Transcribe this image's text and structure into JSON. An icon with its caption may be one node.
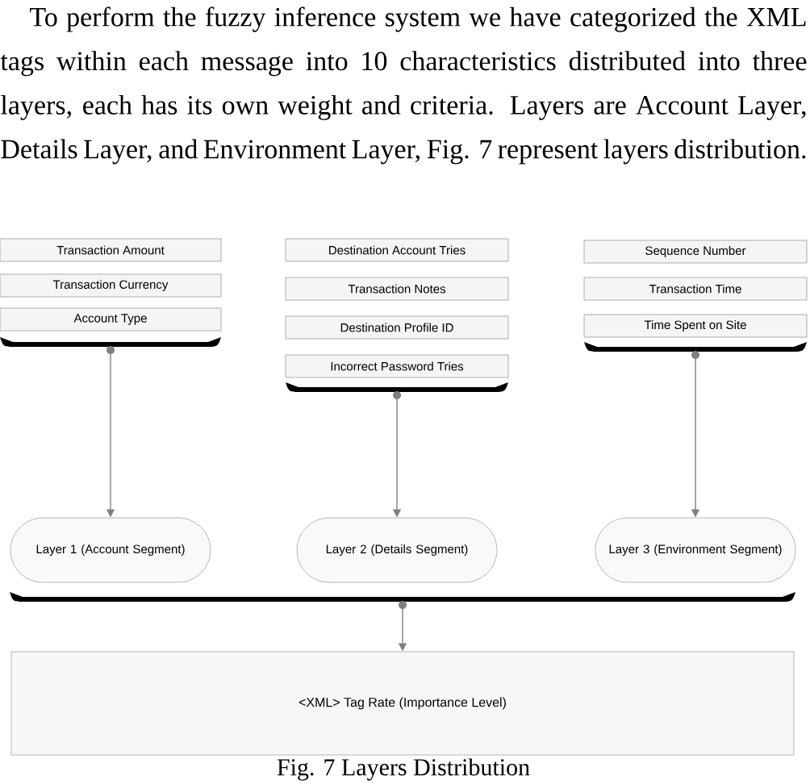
{
  "diagram": {
    "caption": "Fig. 7 Layers Distribution",
    "nodes": [
      {
        "text": [
          "Transaction Amount"
        ]
      },
      {
        "text": [
          "Transaction Currency"
        ]
      },
      {
        "text": [
          "Account Type"
        ]
      },
      {
        "text": [],
        "shape": "bar"
      },
      {
        "text": [
          "Destination Account Tries"
        ]
      },
      {
        "text": [
          "Transaction Notes"
        ]
      },
      {
        "text": [
          "Destination Profile ID"
        ]
      },
      {
        "text": [
          "Incorrect Password Tries"
        ]
      },
      {
        "text": [],
        "shape": "bar"
      },
      {
        "text": [
          "Sequence Number"
        ]
      },
      {
        "text": [
          "Transaction Time"
        ]
      },
      {
        "text": [
          "Time Spent on Site"
        ]
      },
      {
        "text": [],
        "shape": "bar"
      },
      {
        "text": [
          "Layer 1 (Account Segment)"
        ]
      },
      {
        "text": [
          "Layer 2 (Details Segment)"
        ]
      },
      {
        "text": [
          "Layer 3 (Environment Segment)"
        ]
      },
      {
        "text": [],
        "shape": "bar"
      },
      {
        "text": [
          "<XML> Tag Rate (Importance Level)"
        ]
      }
    ],
    "edges": [
      {
        "from": 3,
        "to": 13,
        "arrow": "to"
      },
      {
        "from": 8,
        "to": 14,
        "arrow": "to"
      },
      {
        "from": 12,
        "to": 15,
        "arrow": "to"
      },
      {
        "from": 16,
        "to": 17,
        "arrow": "to"
      }
    ],
    "labels": [
      "To perform the fuzzy inference system we have categorized the XML tags within each message into 10 characteristics distributed into three layers, each has its own weight and criteria. Layers are Account Layer, Details Layer, and Environment Layer, Fig. 7 represent layers distribution."
    ]
  }
}
